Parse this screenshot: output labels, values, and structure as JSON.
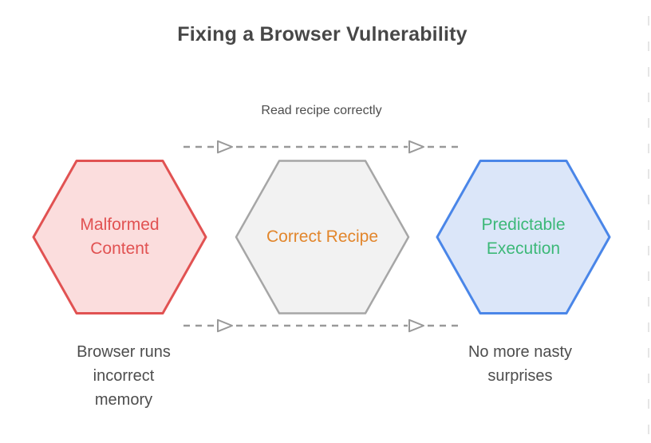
{
  "title": "Fixing a Browser Vulnerability",
  "flow": {
    "label": "Read recipe correctly"
  },
  "nodes": [
    {
      "id": "malformed-content",
      "lines": [
        "Malformed",
        "Content"
      ],
      "fill": "#fbdddd",
      "border": "#e15252",
      "text_color": "#e15252"
    },
    {
      "id": "correct-recipe",
      "lines": [
        "Correct Recipe"
      ],
      "fill": "#f2f2f2",
      "border": "#a6a6a6",
      "text_color": "#e2862c"
    },
    {
      "id": "predictable-execution",
      "lines": [
        "Predictable",
        "Execution"
      ],
      "fill": "#dbe6f9",
      "border": "#4a86e8",
      "text_color": "#3cb878"
    }
  ],
  "captions": [
    {
      "lines": [
        "Browser runs",
        "incorrect",
        "memory"
      ]
    },
    {
      "lines": [
        "No more nasty",
        "surprises"
      ]
    }
  ],
  "colors": {
    "title_text": "#474747",
    "caption_text": "#4d4d4d",
    "arrow": "#999999",
    "page_edge_dash": "#e5e5e5"
  }
}
